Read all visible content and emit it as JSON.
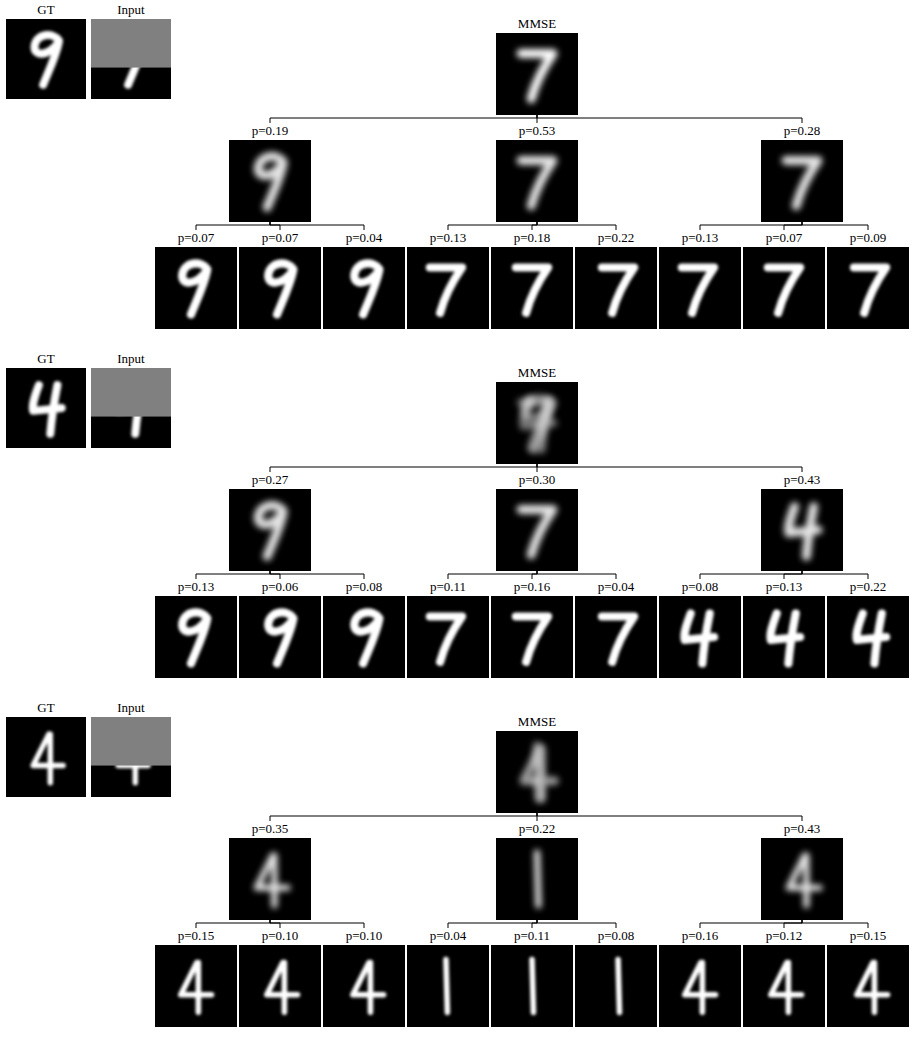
{
  "diagram": {
    "nodes": [
      {
        "text": [
          "GT"
        ]
      },
      {
        "text": [
          "Input"
        ]
      },
      {
        "text": [
          "MMSE"
        ]
      },
      {
        "text": [
          "p=0.19"
        ]
      },
      {
        "text": [
          "p=0.53"
        ]
      },
      {
        "text": [
          "p=0.28"
        ]
      },
      {
        "text": [
          "p=0.07"
        ]
      },
      {
        "text": [
          "p=0.07"
        ]
      },
      {
        "text": [
          "p=0.04"
        ]
      },
      {
        "text": [
          "p=0.13"
        ]
      },
      {
        "text": [
          "p=0.18"
        ]
      },
      {
        "text": [
          "p=0.22"
        ]
      },
      {
        "text": [
          "p=0.13"
        ]
      },
      {
        "text": [
          "p=0.07"
        ]
      },
      {
        "text": [
          "p=0.09"
        ]
      },
      {
        "text": [
          "GT"
        ]
      },
      {
        "text": [
          "Input"
        ]
      },
      {
        "text": [
          "MMSE"
        ]
      },
      {
        "text": [
          "p=0.27"
        ]
      },
      {
        "text": [
          "p=0.30"
        ]
      },
      {
        "text": [
          "p=0.43"
        ]
      },
      {
        "text": [
          "p=0.13"
        ]
      },
      {
        "text": [
          "p=0.06"
        ]
      },
      {
        "text": [
          "p=0.08"
        ]
      },
      {
        "text": [
          "p=0.11"
        ]
      },
      {
        "text": [
          "p=0.16"
        ]
      },
      {
        "text": [
          "p=0.04"
        ]
      },
      {
        "text": [
          "p=0.08"
        ]
      },
      {
        "text": [
          "p=0.13"
        ]
      },
      {
        "text": [
          "p=0.22"
        ]
      },
      {
        "text": [
          "GT"
        ]
      },
      {
        "text": [
          "Input"
        ]
      },
      {
        "text": [
          "MMSE"
        ]
      },
      {
        "text": [
          "p=0.35"
        ]
      },
      {
        "text": [
          "p=0.22"
        ]
      },
      {
        "text": [
          "p=0.43"
        ]
      },
      {
        "text": [
          "p=0.15"
        ]
      },
      {
        "text": [
          "p=0.10"
        ]
      },
      {
        "text": [
          "p=0.10"
        ]
      },
      {
        "text": [
          "p=0.04"
        ]
      },
      {
        "text": [
          "p=0.11"
        ]
      },
      {
        "text": [
          "p=0.08"
        ]
      },
      {
        "text": [
          "p=0.16"
        ]
      },
      {
        "text": [
          "p=0.12"
        ]
      },
      {
        "text": [
          "p=0.15"
        ]
      }
    ],
    "edges": [
      {
        "from": 2,
        "to": 3,
        "arrow": "none"
      },
      {
        "from": 2,
        "to": 4,
        "arrow": "none"
      },
      {
        "from": 2,
        "to": 5,
        "arrow": "none"
      },
      {
        "from": 3,
        "to": 6,
        "arrow": "none"
      },
      {
        "from": 3,
        "to": 7,
        "arrow": "none"
      },
      {
        "from": 3,
        "to": 8,
        "arrow": "none"
      },
      {
        "from": 4,
        "to": 9,
        "arrow": "none"
      },
      {
        "from": 4,
        "to": 10,
        "arrow": "none"
      },
      {
        "from": 4,
        "to": 11,
        "arrow": "none"
      },
      {
        "from": 5,
        "to": 12,
        "arrow": "none"
      },
      {
        "from": 5,
        "to": 13,
        "arrow": "none"
      },
      {
        "from": 5,
        "to": 14,
        "arrow": "none"
      },
      {
        "from": 17,
        "to": 18,
        "arrow": "none"
      },
      {
        "from": 17,
        "to": 19,
        "arrow": "none"
      },
      {
        "from": 17,
        "to": 20,
        "arrow": "none"
      },
      {
        "from": 18,
        "to": 21,
        "arrow": "none"
      },
      {
        "from": 18,
        "to": 22,
        "arrow": "none"
      },
      {
        "from": 18,
        "to": 23,
        "arrow": "none"
      },
      {
        "from": 19,
        "to": 24,
        "arrow": "none"
      },
      {
        "from": 19,
        "to": 25,
        "arrow": "none"
      },
      {
        "from": 19,
        "to": 26,
        "arrow": "none"
      },
      {
        "from": 20,
        "to": 27,
        "arrow": "none"
      },
      {
        "from": 20,
        "to": 28,
        "arrow": "none"
      },
      {
        "from": 20,
        "to": 29,
        "arrow": "none"
      },
      {
        "from": 32,
        "to": 33,
        "arrow": "none"
      },
      {
        "from": 32,
        "to": 34,
        "arrow": "none"
      },
      {
        "from": 32,
        "to": 35,
        "arrow": "none"
      },
      {
        "from": 33,
        "to": 36,
        "arrow": "none"
      },
      {
        "from": 33,
        "to": 37,
        "arrow": "none"
      },
      {
        "from": 33,
        "to": 38,
        "arrow": "none"
      },
      {
        "from": 34,
        "to": 39,
        "arrow": "none"
      },
      {
        "from": 34,
        "to": 40,
        "arrow": "none"
      },
      {
        "from": 34,
        "to": 41,
        "arrow": "none"
      },
      {
        "from": 35,
        "to": 42,
        "arrow": "none"
      },
      {
        "from": 35,
        "to": 43,
        "arrow": "none"
      },
      {
        "from": 35,
        "to": 44,
        "arrow": "none"
      }
    ]
  }
}
